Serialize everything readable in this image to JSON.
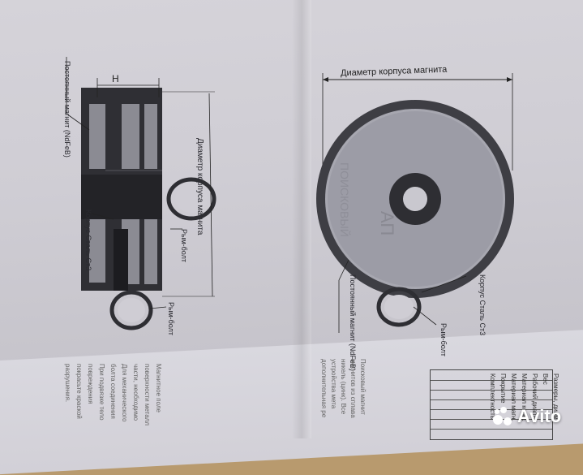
{
  "labels": {
    "diameter_top": "Диаметр корпуса магнита",
    "h_label": "H",
    "diameter_side": "Диаметр корпуса магнита",
    "magnet_left": "Постоянный магнит (NdFeB)",
    "body_left": "Корпус Сталь Ст3",
    "ring_bolt_left": "Рым-болт",
    "ring_bolt_left_2": "Рым-болт",
    "body_right": "Корпус Сталь Ст3",
    "magnet_right": "Постоянный магнит (NdFeB)",
    "ring_bolt_right": "Рым-болт"
  },
  "table_rows": [
    "Размеры, диам.",
    "Вес",
    "Рабочий диапа.",
    "Материал корп.",
    "Материал магн.",
    "Покрытие",
    "Комплектность"
  ],
  "text_snippets": [
    "Поисковый магнит",
    "магнитов из сплава",
    "никель (цинк). Все",
    "устройства мета",
    "дополнительная ре"
  ],
  "lower_text": [
    "Магнитное поле",
    "поверхности металл",
    "части, необходимо",
    "Для механического",
    "болта соединения",
    "При подвязке тело",
    "повреждения",
    "покрасьте краской",
    "разрушения."
  ],
  "watermark": "Avito",
  "colors": {
    "paper": "#d2d0d7",
    "background": "#b89a6e",
    "magnet_dark": "#3a3a3f",
    "magnet_mid": "#8c8c94"
  }
}
